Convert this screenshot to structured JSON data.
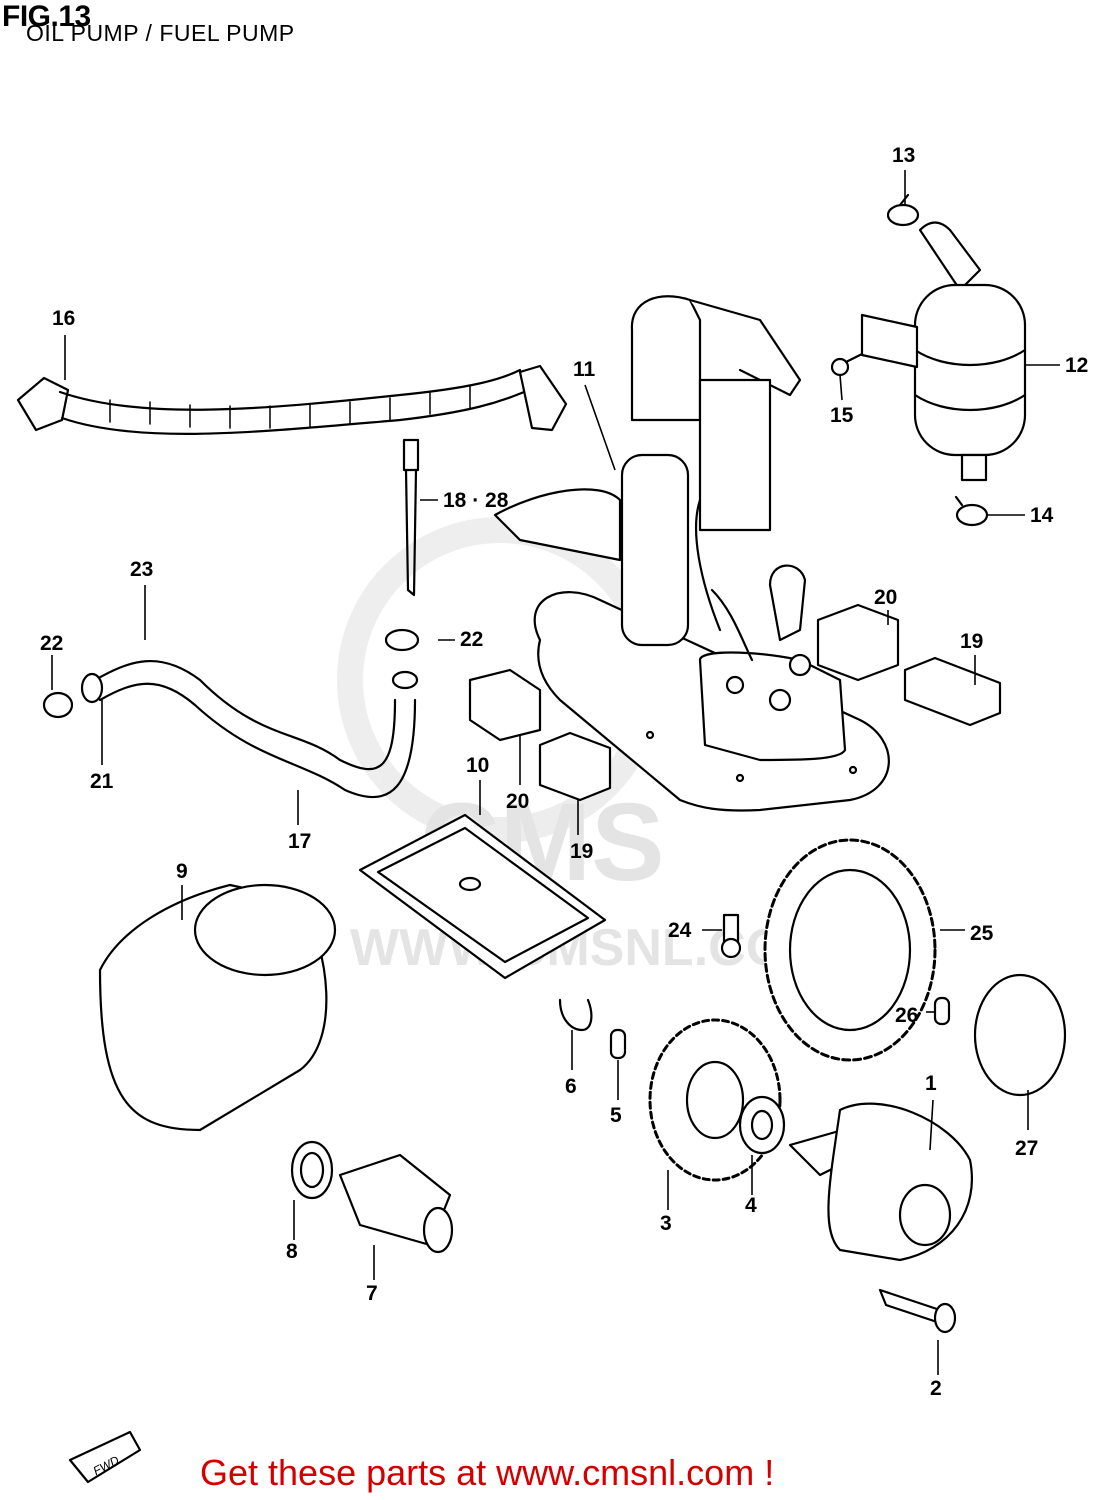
{
  "header": {
    "title": "FIG.13",
    "subtitle": "OIL PUMP / FUEL PUMP"
  },
  "watermark": {
    "brand": "CMS",
    "url": "WWW.CMSNL.COM"
  },
  "fwd_badge": "FWD",
  "footer": {
    "text": "Get these parts at www.cmsnl.com !",
    "color": "#d40000"
  },
  "callouts": [
    "1",
    "2",
    "3",
    "4",
    "5",
    "6",
    "7",
    "8",
    "9",
    "10",
    "11",
    "12",
    "13",
    "14",
    "15",
    "16",
    "17",
    "18 · 28",
    "19",
    "19",
    "20",
    "20",
    "21",
    "22",
    "22",
    "23",
    "24",
    "25",
    "26",
    "27"
  ]
}
